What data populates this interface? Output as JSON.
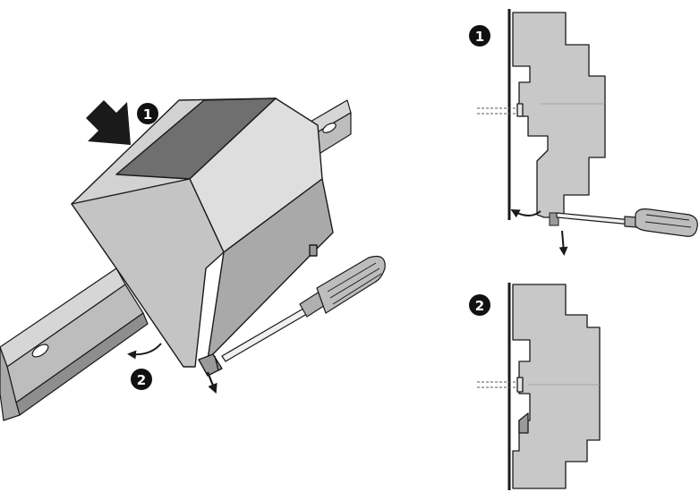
{
  "markers": {
    "main_step_1": "1",
    "main_step_2": "2",
    "side_step_1": "1",
    "side_step_2": "2"
  },
  "colors": {
    "housing_light": "#c8c8c8",
    "housing_lighter": "#dedede",
    "housing_dark": "#707070",
    "housing_mid": "#a9a9a9",
    "rail": "#bdbdbd",
    "rail_dark": "#8e8e8e",
    "outline": "#1a1a1a",
    "marker_fill": "#111111",
    "screwdriver_handle": "#bdbdbd"
  },
  "icons": [
    "push-arrow-icon",
    "rotate-arrow-icon",
    "pull-down-arrow-icon",
    "screwdriver-icon"
  ]
}
